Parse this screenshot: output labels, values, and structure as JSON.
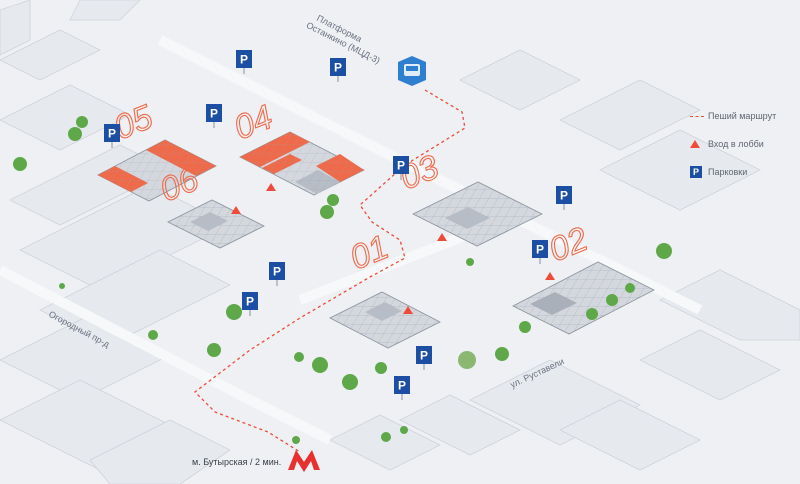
{
  "map": {
    "station_label": "Платформа\nОстанкино (МЦД-3)",
    "streets": {
      "ogorodny": "Огородный пр-д",
      "rustaveli": "ул. Руставели"
    },
    "metro": {
      "label": "м. Бутырская / 2 мин.",
      "icon_letter": "М"
    },
    "buildings": [
      {
        "number": "01"
      },
      {
        "number": "02"
      },
      {
        "number": "03"
      },
      {
        "number": "04"
      },
      {
        "number": "05"
      },
      {
        "number": "06"
      }
    ],
    "parking_letter": "P"
  },
  "legend": {
    "items": [
      {
        "label": "Пеший маршрут",
        "icon": "dashed-route-line"
      },
      {
        "label": "Вход в лобби",
        "icon": "orange-triangle-icon"
      },
      {
        "label": "Парковки",
        "icon": "parking-icon"
      }
    ]
  },
  "colors": {
    "background": "#eef0f3",
    "accent": "#ef6a4a",
    "route": "#ef4b3a",
    "parking": "#1c4fa3",
    "building": "#c9ced6",
    "tree": "#5fa84a"
  }
}
